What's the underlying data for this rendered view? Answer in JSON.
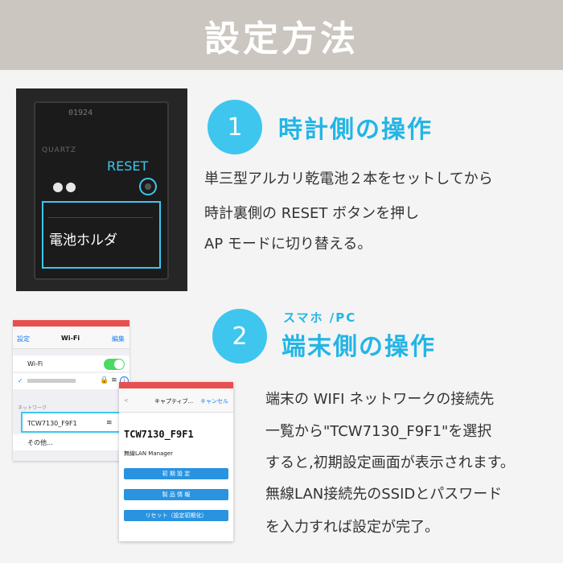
{
  "header": {
    "title": "設定方法"
  },
  "clock": {
    "model_digits": "01924",
    "quartz_label": "QUARTZ",
    "reset_label": "RESET",
    "holder_label": "電池ホルダ"
  },
  "step1": {
    "number": "1",
    "title": "時計側の操作",
    "lines": [
      "単三型アルカリ乾電池２本をセットしてから",
      "時計裏側の RESET ボタンを押し",
      "AP モードに切り替える。"
    ]
  },
  "step2": {
    "number": "2",
    "subtitle": "スマホ /PC",
    "title": "端末側の操作",
    "lines": [
      "端末の WIFI ネットワークの接続先",
      "一覧から\"TCW7130_F9F1\"を選択",
      "すると,初期設定画面が表示されます。",
      "無線LAN接続先のSSIDとパスワード",
      "を入力すれば設定が完了。"
    ]
  },
  "phone1": {
    "back_label": "設定",
    "title": "Wi-Fi",
    "edit_label": "編集",
    "wifi_label": "Wi-Fi",
    "wifi_on": true,
    "network_section": "ネットワーク",
    "network_name": "TCW7130_F9F1",
    "other_label": "その他..."
  },
  "phone2": {
    "back_label": "<",
    "title": "キャプティブ...",
    "cancel_label": "キャンセル",
    "ssid": "TCW7130_F9F1",
    "manager_label": "無線LAN Manager",
    "buttons": [
      "初 期 設 定",
      "製 品 情 報",
      "リセット（設定初期化）"
    ]
  },
  "colors": {
    "accent": "#3ec6ef",
    "header_bg": "#cbc6c0",
    "ios_blue": "#1a7cf0",
    "button_blue": "#2a93e0"
  }
}
